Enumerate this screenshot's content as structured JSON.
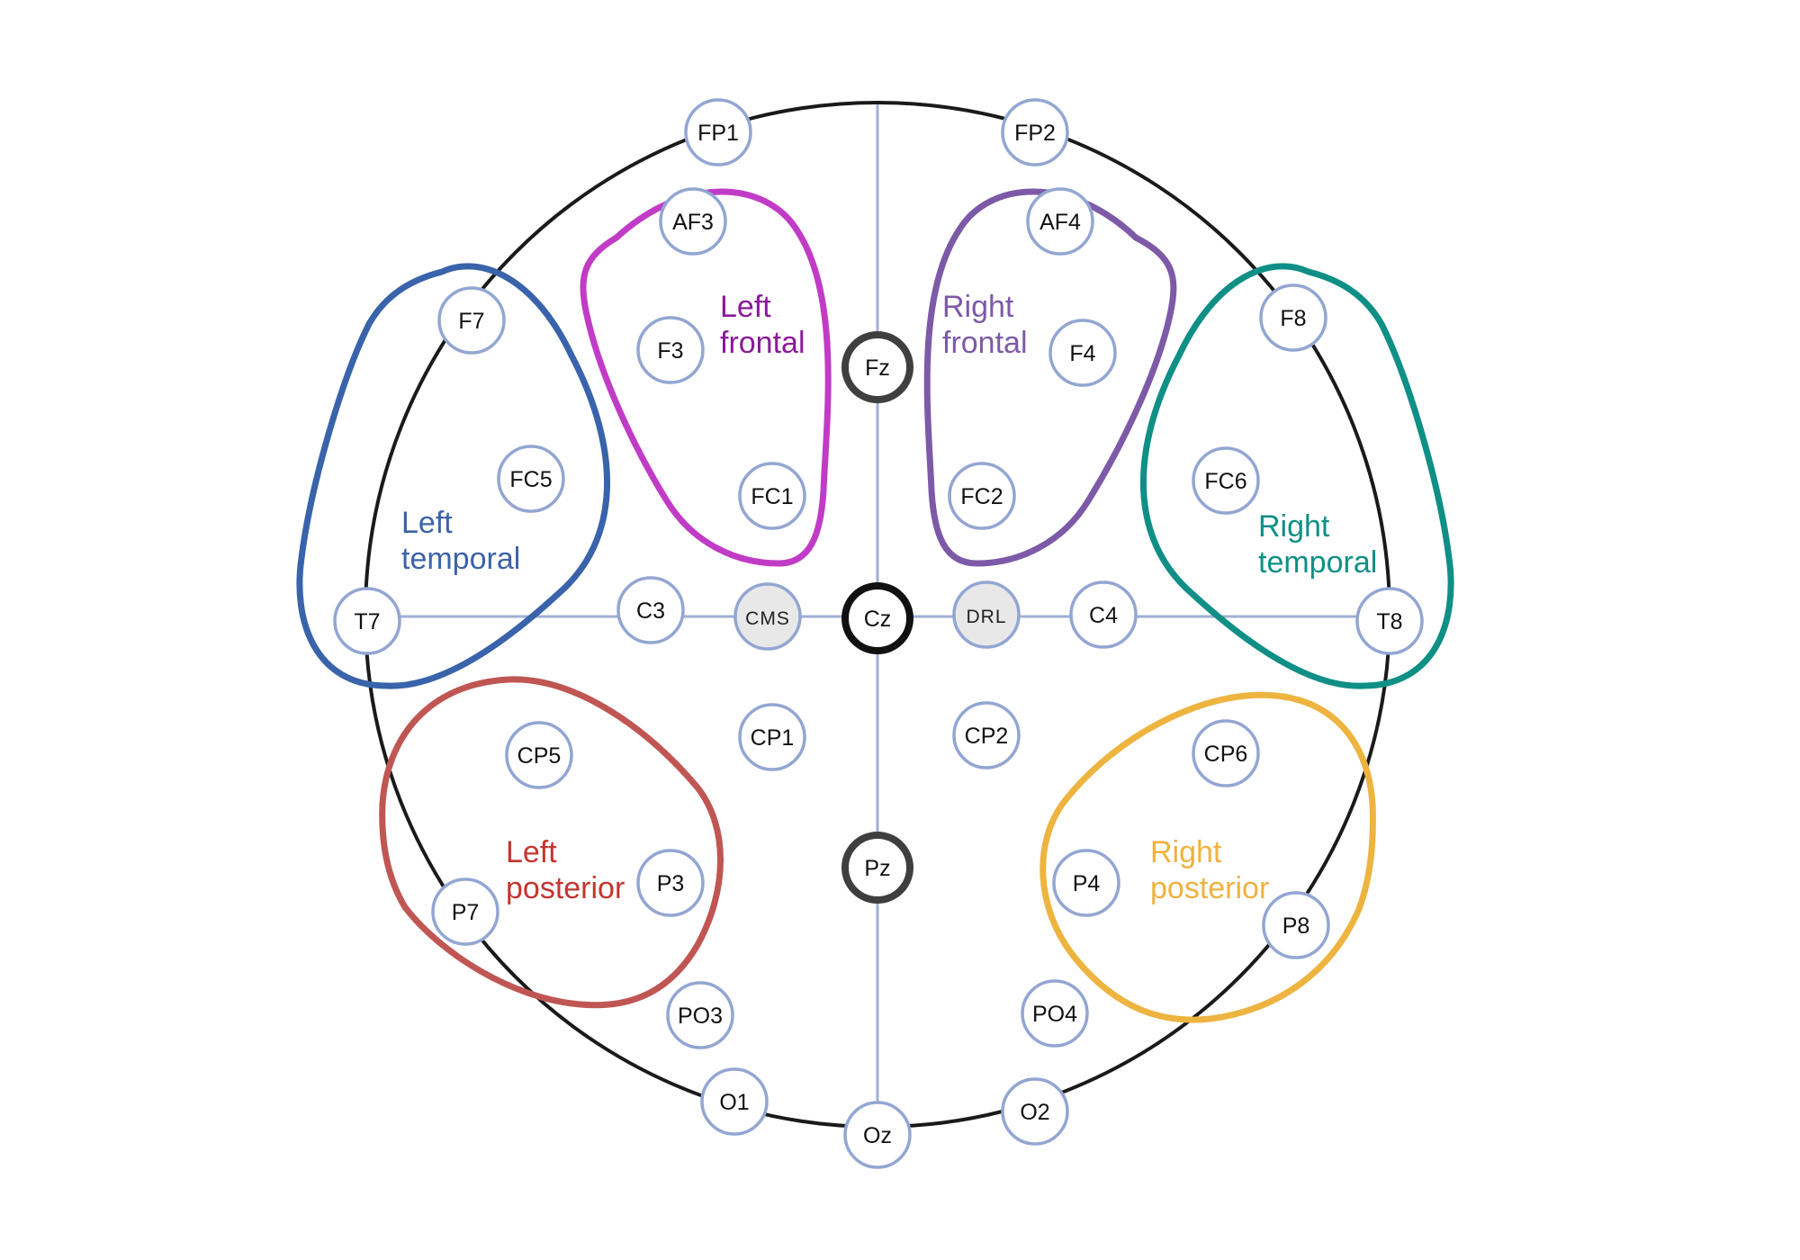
{
  "colors": {
    "head_outline": "#1a1a1a",
    "midline": "#9fb0d4",
    "electrode_stroke": "#93a6d2",
    "electrode_fill": "#ffffff",
    "reference_fill": "#e8e8e8",
    "midline_electrode_stroke": "#3f3f3f",
    "cz_stroke": "#111111"
  },
  "electrodes": [
    {
      "id": "fp1",
      "label": "FP1"
    },
    {
      "id": "fp2",
      "label": "FP2"
    },
    {
      "id": "af3",
      "label": "AF3"
    },
    {
      "id": "af4",
      "label": "AF4"
    },
    {
      "id": "f7",
      "label": "F7"
    },
    {
      "id": "f3",
      "label": "F3"
    },
    {
      "id": "fz",
      "label": "Fz",
      "kind": "midline"
    },
    {
      "id": "f4",
      "label": "F4"
    },
    {
      "id": "f8",
      "label": "F8"
    },
    {
      "id": "fc5",
      "label": "FC5"
    },
    {
      "id": "fc1",
      "label": "FC1"
    },
    {
      "id": "fc2",
      "label": "FC2"
    },
    {
      "id": "fc6",
      "label": "FC6"
    },
    {
      "id": "t7",
      "label": "T7"
    },
    {
      "id": "c3",
      "label": "C3"
    },
    {
      "id": "cms",
      "label": "CMS",
      "kind": "reference"
    },
    {
      "id": "cz",
      "label": "Cz",
      "kind": "center"
    },
    {
      "id": "drl",
      "label": "DRL",
      "kind": "reference"
    },
    {
      "id": "c4",
      "label": "C4"
    },
    {
      "id": "t8",
      "label": "T8"
    },
    {
      "id": "cp5",
      "label": "CP5"
    },
    {
      "id": "cp1",
      "label": "CP1"
    },
    {
      "id": "cp2",
      "label": "CP2"
    },
    {
      "id": "cp6",
      "label": "CP6"
    },
    {
      "id": "p7",
      "label": "P7"
    },
    {
      "id": "p3",
      "label": "P3"
    },
    {
      "id": "pz",
      "label": "Pz",
      "kind": "midline"
    },
    {
      "id": "p4",
      "label": "P4"
    },
    {
      "id": "p8",
      "label": "P8"
    },
    {
      "id": "po3",
      "label": "PO3"
    },
    {
      "id": "po4",
      "label": "PO4"
    },
    {
      "id": "o1",
      "label": "O1"
    },
    {
      "id": "oz",
      "label": "Oz"
    },
    {
      "id": "o2",
      "label": "O2"
    }
  ],
  "regions": [
    {
      "id": "left-frontal",
      "lines": [
        "Left",
        "frontal"
      ],
      "color": "#8a1a99",
      "outline_color": "#c13cc6"
    },
    {
      "id": "right-frontal",
      "lines": [
        "Right",
        "frontal"
      ],
      "color": "#7d5aa7",
      "outline_color": "#7d5aa7"
    },
    {
      "id": "left-temporal",
      "lines": [
        "Left",
        "temporal"
      ],
      "color": "#3d63a8",
      "outline_color": "#3963aa"
    },
    {
      "id": "right-temporal",
      "lines": [
        "Right",
        "temporal"
      ],
      "color": "#0f8f86",
      "outline_color": "#0f8f86"
    },
    {
      "id": "left-posterior",
      "lines": [
        "Left",
        "posterior"
      ],
      "color": "#c4352e",
      "outline_color": "#c05653"
    },
    {
      "id": "right-posterior",
      "lines": [
        "Right",
        "posterior"
      ],
      "color": "#f0b23f",
      "outline_color": "#eeb440"
    }
  ]
}
